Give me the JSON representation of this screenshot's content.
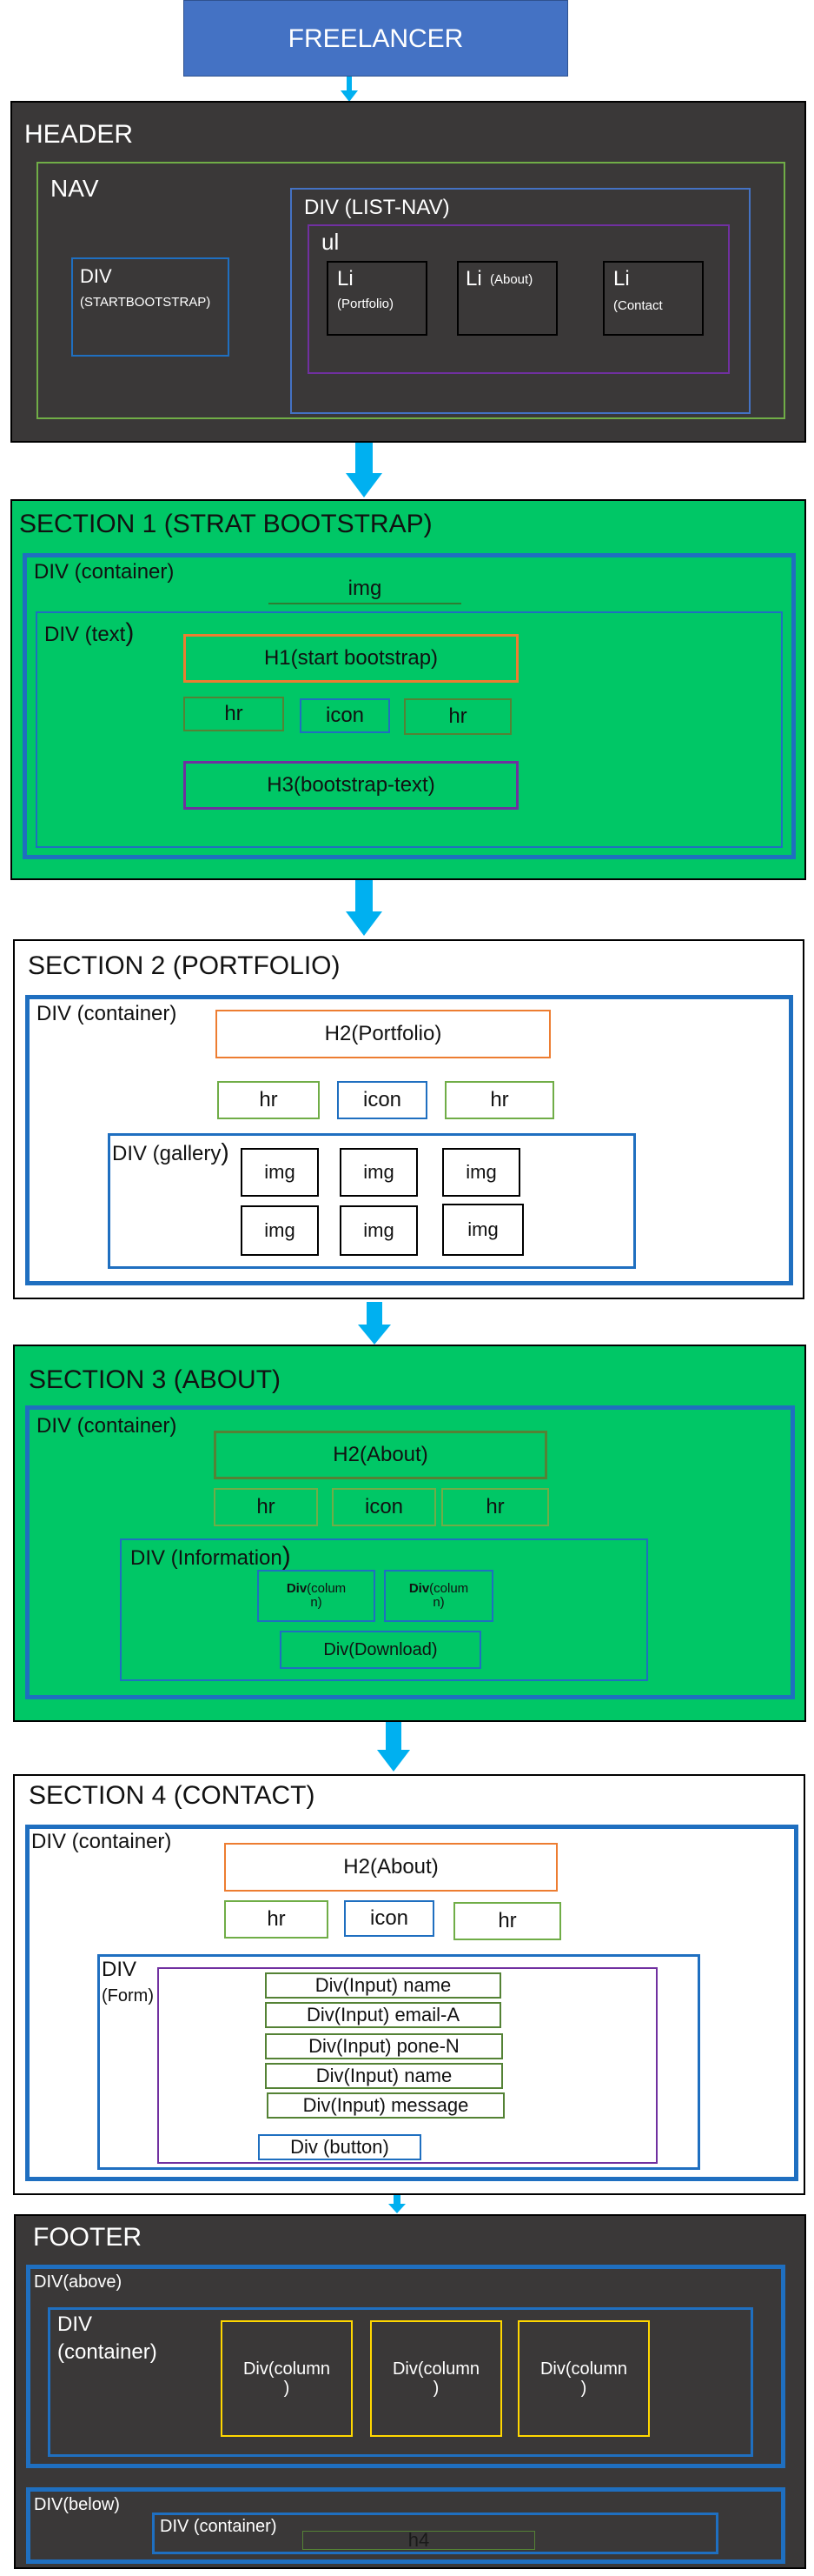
{
  "title": "FREELANCER",
  "header": {
    "label": "HEADER",
    "nav": "NAV",
    "div_brand": "DIV",
    "div_brand_sub": "(STARTBOOTSTRAP)",
    "div_list": "DIV (LIST-NAV)",
    "ul": "ul",
    "li": [
      {
        "main": "Li",
        "sub": "(Portfolio)"
      },
      {
        "main": "Li",
        "sub": "(About)"
      },
      {
        "main": "Li",
        "sub": "(Contact"
      }
    ]
  },
  "section1": {
    "label": "SECTION 1 (STRAT BOOTSTRAP)",
    "container": "DIV (container)",
    "img": "img",
    "text_div": "DIV (text",
    "text_paren": ")",
    "h1": "H1(start bootstrap)",
    "hr": "hr",
    "icon": "icon",
    "h3": "H3(bootstrap-text)"
  },
  "section2": {
    "label": "SECTION 2 (PORTFOLIO)",
    "container": "DIV (container)",
    "h2": "H2(Portfolio)",
    "hr": "hr",
    "icon": "icon",
    "gallery": "DIV (gallery",
    "gallery_paren": ")",
    "img": "img"
  },
  "section3": {
    "label": "SECTION 3 (ABOUT)",
    "container": "DIV (container)",
    "h2": "H2(About)",
    "hr": "hr",
    "icon": "icon",
    "info": "DIV (Information",
    "info_paren": ")",
    "col_bold": "Div",
    "col_rest1": "(colum",
    "col_rest2": "n)",
    "download": "Div(Download)"
  },
  "section4": {
    "label": "SECTION 4 (CONTACT)",
    "container": "DIV (container)",
    "h2": "H2(About)",
    "hr": "hr",
    "icon": "icon",
    "form1": "DIV",
    "form2": "(Form)",
    "inputs": [
      "Div(Input) name",
      "Div(Input) email-A",
      "Div(Input) pone-N",
      "Div(Input) name",
      "Div(Input) message"
    ],
    "button": "Div (button)"
  },
  "footer": {
    "label": "FOOTER",
    "above": "DIV(above)",
    "container1": "DIV",
    "container2": "(container)",
    "col1": "Div(column",
    "col2": ")",
    "below": "DIV(below)",
    "below_container": "DIV (container)",
    "h4": "h4"
  },
  "colors": {
    "title_bg": "#4472c4",
    "arrow": "#00b0f0",
    "dark": "#3a3838",
    "green_section": "#00c766",
    "blue_border": "#1f6fc0",
    "green_border": "#70ad47",
    "orange_border": "#ed7d31",
    "purple_border": "#7030a0",
    "yellow_border": "#ffd700"
  }
}
